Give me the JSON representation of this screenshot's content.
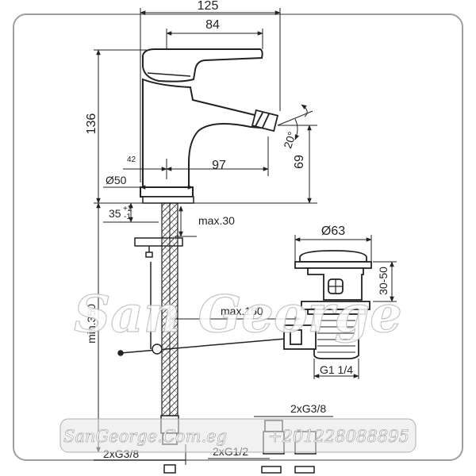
{
  "dimensions": {
    "overall_width": "125",
    "body_width": "84",
    "height": "136",
    "base_offset": "42",
    "base_diameter": "Ø50",
    "spout_reach": "97",
    "nozzle_angle": "20°",
    "spout_height": "69",
    "deck_thickness": "35",
    "deck_tol_plus": "+2",
    "deck_tol_minus": "-1",
    "max_deck": "max.30",
    "hose_length": "min.350",
    "rod_length": "max.150",
    "waste_diameter": "Ø63",
    "waste_range": "30-50",
    "waste_thread": "G1 1/4",
    "inlet_thread_a": "2xG3/8",
    "inlet_thread_b": "2xG3/8",
    "outlet_thread": "2xG1/2"
  },
  "watermark": "San George",
  "footer": {
    "website": "SanGeorge.Com.eg",
    "phone": "+201228088895"
  },
  "colors": {
    "line": "#222222",
    "frame": "#9e9e9e",
    "watermark_stroke": "#bdbdbd"
  }
}
